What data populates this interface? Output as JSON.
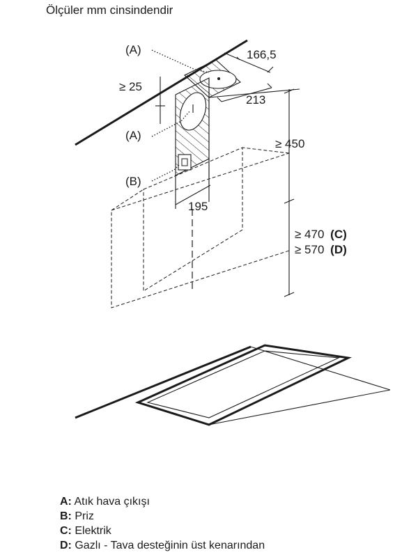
{
  "title": "Ölçüler mm cinsindendir",
  "callouts": {
    "a_top": "(A)",
    "a_mid": "(A)",
    "b": "(B)"
  },
  "dimensions": {
    "d166": "166,5",
    "d25": "≥ 25",
    "d213": "213",
    "d450": "≥ 450",
    "d195": "195",
    "d470_value": "≥ 470",
    "d470_key": "(C)",
    "d570_value": "≥ 570",
    "d570_key": "(D)"
  },
  "legend": [
    {
      "key": "A:",
      "text": "Atık hava çıkışı"
    },
    {
      "key": "B:",
      "text": "Priz"
    },
    {
      "key": "C:",
      "text": "Elektrik"
    },
    {
      "key": "D:",
      "text": "Gazlı - Tava desteğinin üst kenarından"
    }
  ]
}
